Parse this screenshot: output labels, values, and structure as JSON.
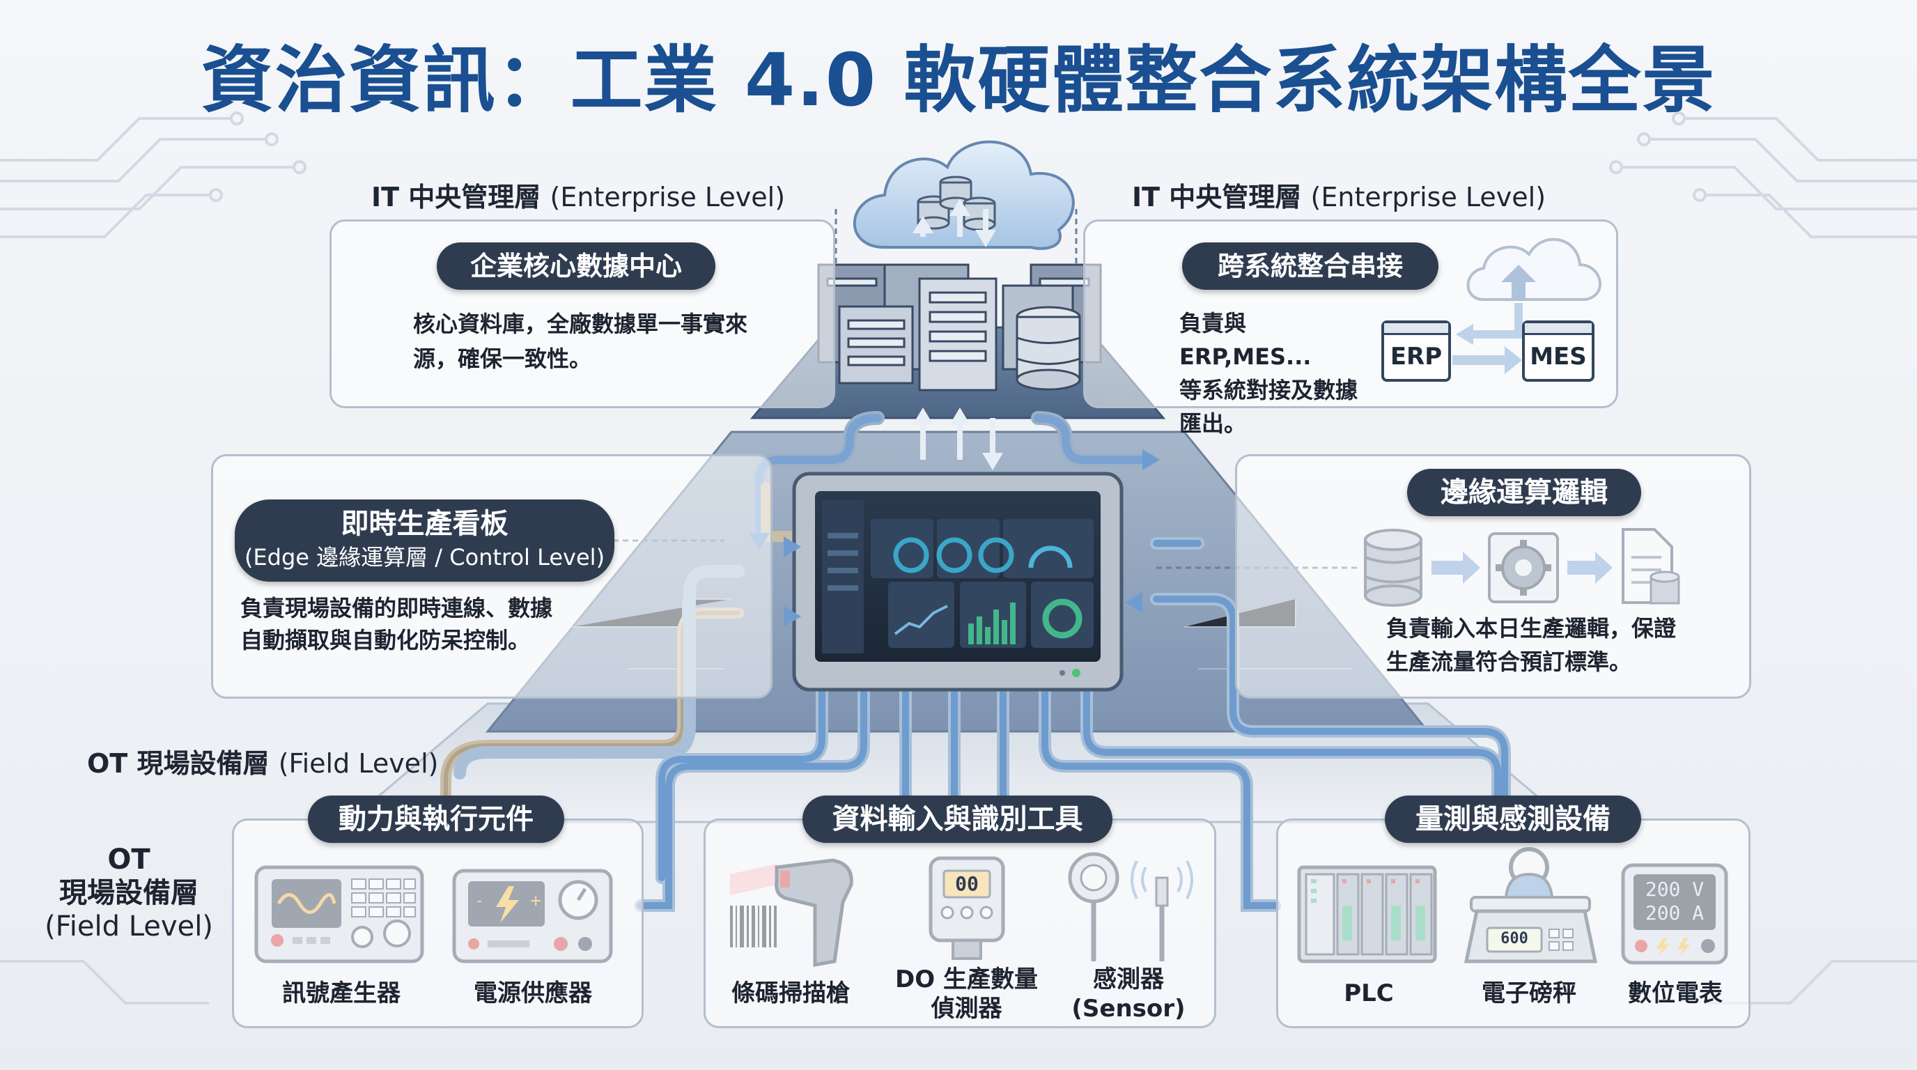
{
  "title": "資治資訊：工業 4.0 軟硬體整合系統架構全景",
  "layers": {
    "it_left": {
      "zh": "IT 中央管理層",
      "en": "(Enterprise Level)"
    },
    "it_right": {
      "zh": "IT 中央管理層",
      "en": "(Enterprise Level)"
    },
    "ot_field": {
      "zh": "OT 現場設備層",
      "en": "(Field Level)"
    },
    "ot_side": {
      "line1": "OT",
      "line2": "現場設備層",
      "line3": "(Field Level)"
    }
  },
  "it_left_panel": {
    "pill": "企業核心數據中心",
    "desc_line1": "核心資料庫，全廠數據單一事實來",
    "desc_line2": "源，確保一致性。"
  },
  "it_right_panel": {
    "pill": "跨系統整合串接",
    "desc_line1": "負責與ERP,MES...",
    "desc_line2": "等系統對接及數據",
    "desc_line3": "匯出。",
    "erp": "ERP",
    "mes": "MES"
  },
  "edge_left_panel": {
    "pill_line1": "即時生產看板",
    "pill_line2": "(Edge 邊緣運算層 / Control Level)",
    "desc_line1": "負責現場設備的即時連線、數據",
    "desc_line2": "自動擷取與自動化防呆控制。"
  },
  "edge_right_panel": {
    "pill": "邊緣運算邏輯",
    "desc_line1": "負責輸入本日生產邏輯，保證",
    "desc_line2": "生產流量符合預訂標準。"
  },
  "field_groups": [
    {
      "pill": "動力與執行元件",
      "items": [
        "訊號產生器",
        "電源供應器"
      ]
    },
    {
      "pill": "資料輸入與識別工具",
      "items": [
        "條碼掃描槍",
        "DO 生產數量\n偵測器",
        "感測器\n(Sensor)"
      ]
    },
    {
      "pill": "量測與感測設備",
      "items": [
        "PLC",
        "電子磅秤",
        "數位電表"
      ]
    }
  ],
  "device_readouts": {
    "counter": "00",
    "scale": "600",
    "meter_v": "200 V",
    "meter_a": "200 A"
  },
  "colors": {
    "title": "#1a4f91",
    "pill": "#2f3c50",
    "pipe_blue": "#6f9ccf",
    "pipe_beige": "#b9ac94",
    "pyramid_top": "#5d7696",
    "pyramid_mid": "#8ea3bd"
  }
}
